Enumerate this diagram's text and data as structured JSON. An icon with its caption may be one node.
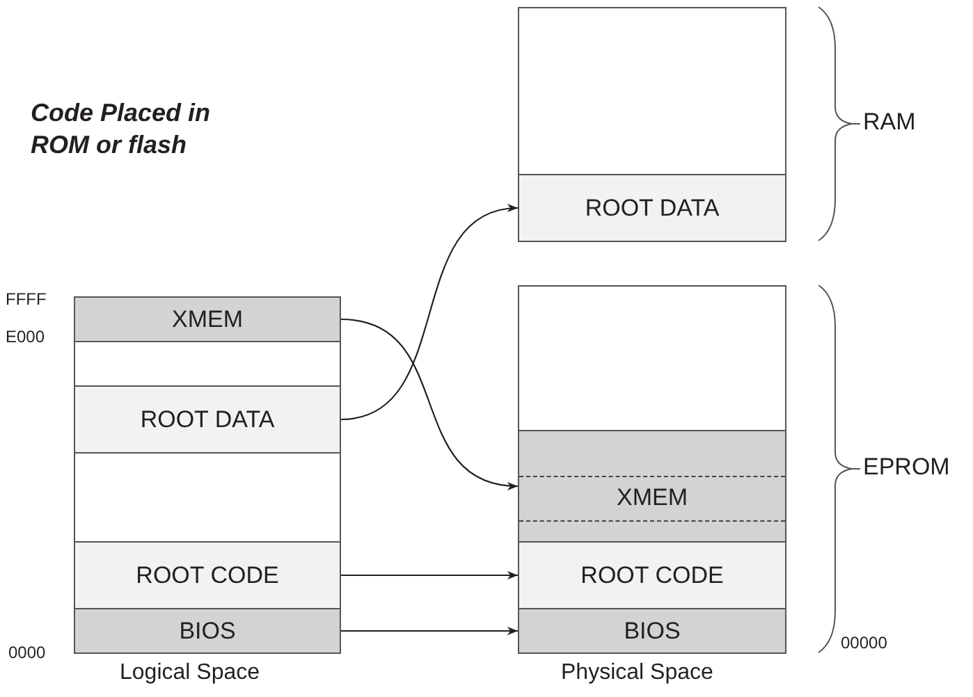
{
  "diagram": {
    "title": "Code Placed in ROM or flash",
    "nodes": [
      {
        "text": [
          "XMEM"
        ]
      },
      {
        "text": [
          "ROOT DATA"
        ]
      },
      {
        "text": [
          "ROOT CODE"
        ]
      },
      {
        "text": [
          "BIOS"
        ]
      },
      {
        "text": [
          "ROOT DATA"
        ]
      },
      {
        "text": [
          "XMEM"
        ]
      },
      {
        "text": [
          "ROOT CODE"
        ]
      },
      {
        "text": [
          "BIOS"
        ]
      },
      {
        "text": [],
        "shape": "box"
      },
      {
        "text": [],
        "shape": "box"
      },
      {
        "text": [],
        "shape": "box"
      },
      {
        "text": [],
        "shape": "box"
      }
    ],
    "edges": [
      {
        "from": 1,
        "to": 4,
        "arrow": "to"
      },
      {
        "from": 0,
        "to": 5,
        "arrow": "to"
      },
      {
        "from": 2,
        "to": 6,
        "arrow": "to"
      },
      {
        "from": 3,
        "to": 7,
        "arrow": "to"
      }
    ],
    "labels": [
      "RAM",
      "FFFF",
      "E000",
      "EPROM",
      "0000",
      "00000",
      "Logical Space",
      "Physical Space"
    ]
  }
}
